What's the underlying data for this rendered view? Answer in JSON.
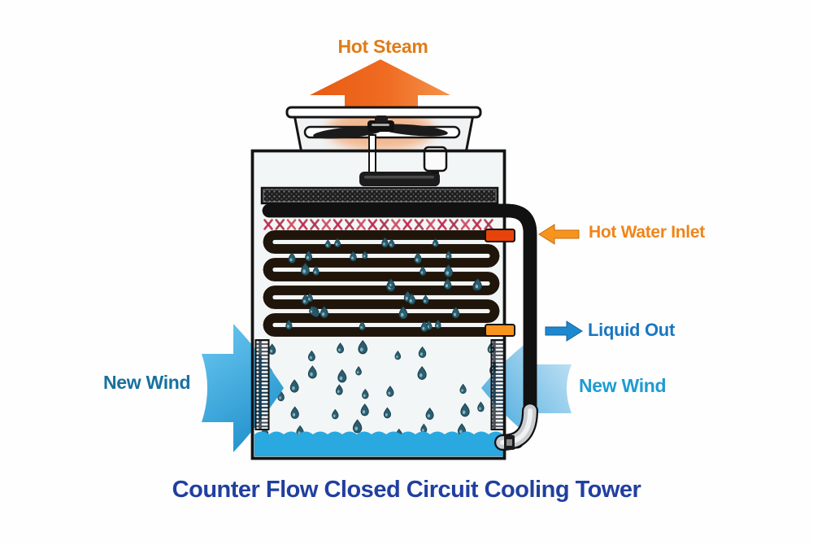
{
  "title": {
    "text": "Counter Flow Closed Circuit Cooling Tower",
    "color": "#213fa0"
  },
  "labels": {
    "hot_steam": {
      "text": "Hot Steam",
      "color": "#e07c18"
    },
    "hot_water_inlet": {
      "text": "Hot Water Inlet",
      "color": "#f08418"
    },
    "liquid_out": {
      "text": "Liquid Out",
      "color": "#1a77c0"
    },
    "new_wind_left": {
      "text": "New Wind",
      "color": "#17719f"
    },
    "new_wind_right": {
      "text": "New Wind",
      "color": "#1e9bd4"
    }
  },
  "colors": {
    "hot_steam_arrow": "#ee6318",
    "hot_water_inlet_arrow": "#f7941d",
    "liquid_out_arrow": "#1e88ce",
    "new_wind_arrow_left": "#35a8de",
    "new_wind_arrow_right": "#8ecbea",
    "coil_tube": "#d8792a",
    "inlet_connector": "#e8430b",
    "outlet_connector": "#f7941d",
    "basin_water": "#29a9e0",
    "spray_nozzle_red": "#c22b40",
    "pipe_gray": "#c9cdd0",
    "structure_outline": "#141414"
  },
  "diagram_parts": [
    "hot-steam-arrow",
    "exhaust-fan",
    "fan-guard",
    "fan-motor",
    "motor-switch-box",
    "drift-eliminator",
    "spray-header",
    "spray-nozzles",
    "cooling-coil",
    "hot-water-inlet-port",
    "liquid-out-port",
    "falling-water-droplets",
    "air-louver-left",
    "air-louver-right",
    "water-basin",
    "circulation-pipe",
    "new-wind-arrow-left",
    "new-wind-arrow-right"
  ]
}
